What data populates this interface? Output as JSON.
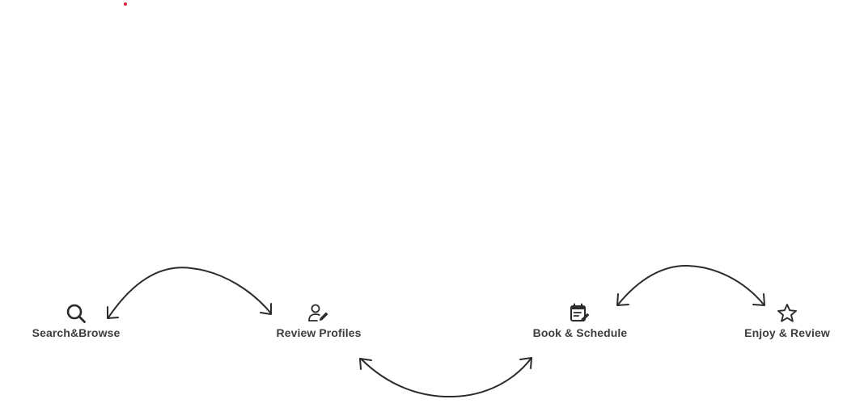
{
  "diagram": {
    "steps": [
      {
        "label": "Search&Browse",
        "icon": "search-icon"
      },
      {
        "label": "Review Profiles",
        "icon": "user-edit-icon"
      },
      {
        "label": "Book & Schedule",
        "icon": "calendar-edit-icon"
      },
      {
        "label": "Enjoy & Review",
        "icon": "star-icon"
      }
    ],
    "connectors": [
      {
        "from": "Search&Browse",
        "to": "Review Profiles",
        "direction": "bidirectional",
        "curve": "above"
      },
      {
        "from": "Review Profiles",
        "to": "Book & Schedule",
        "direction": "bidirectional",
        "curve": "below"
      },
      {
        "from": "Book & Schedule",
        "to": "Enjoy & Review",
        "direction": "bidirectional",
        "curve": "above"
      }
    ],
    "colors": {
      "text": "#3d3d3d",
      "stroke": "#2b2b2b",
      "accent_dot": "#e0263a",
      "background": "#ffffff"
    }
  }
}
